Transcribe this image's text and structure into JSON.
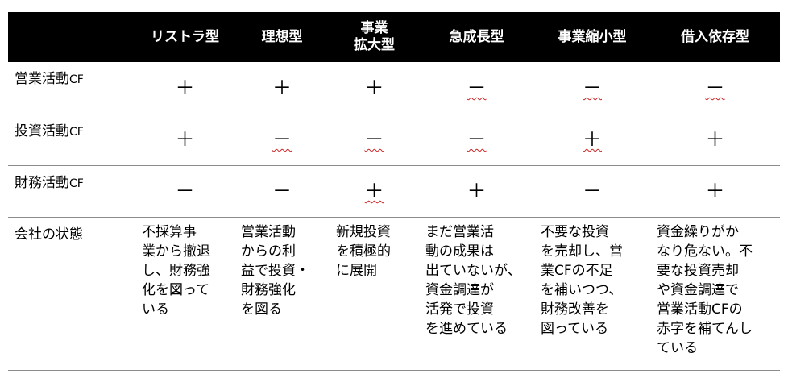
{
  "columns": [
    "リストラ型",
    "理想型",
    "事業拡大型",
    "急成長型",
    "事業縮小型",
    "借入依存型"
  ],
  "header_lines": [
    [
      "リストラ型"
    ],
    [
      "理想型"
    ],
    [
      "事業",
      "拡大型"
    ],
    [
      "急成長型"
    ],
    [
      "事業縮小型"
    ],
    [
      "借入依存型"
    ]
  ],
  "rows": [
    {
      "label": "営業活動",
      "label_suffix": "CF",
      "values": [
        "＋",
        "＋",
        "＋",
        "－",
        "－",
        "－"
      ],
      "marked": [
        false,
        false,
        false,
        true,
        true,
        true
      ]
    },
    {
      "label": "投資活動",
      "label_suffix": "CF",
      "values": [
        "＋",
        "－",
        "－",
        "－",
        "＋",
        "＋"
      ],
      "marked": [
        false,
        true,
        true,
        true,
        true,
        false
      ]
    },
    {
      "label": "財務活動",
      "label_suffix": "CF",
      "values": [
        "－",
        "－",
        "＋",
        "＋",
        "－",
        "＋"
      ],
      "marked": [
        false,
        false,
        true,
        false,
        false,
        false
      ]
    }
  ],
  "state": {
    "label": "会社の状態",
    "descriptions": [
      [
        "不採算事",
        "業から撤退",
        "し、財務強",
        "化を図って",
        "いる"
      ],
      [
        "営業活動",
        "からの利",
        "益で投資・",
        "財務強化",
        "を図る"
      ],
      [
        "新規投資",
        "を積極的",
        "に展開"
      ],
      [
        "まだ営業活",
        "動の成果は",
        "出ていないが、",
        "資金調達が",
        "活発で投資",
        "を進めている"
      ],
      [
        "不要な投資",
        "を売却し、営",
        "業CFの不足",
        "を補いつつ、",
        "財務改善を",
        "図っている"
      ],
      [
        "資金繰りがか",
        "なり危ない。不",
        "要な投資売却",
        "や資金調達で",
        "営業活動CFの",
        "赤字を補てんし",
        "ている"
      ]
    ]
  },
  "colors": {
    "header_bg": "#000000",
    "header_text": "#ffffff",
    "row_divider": "#8c8c8c",
    "spellcheck_underline": "#cc2222"
  }
}
